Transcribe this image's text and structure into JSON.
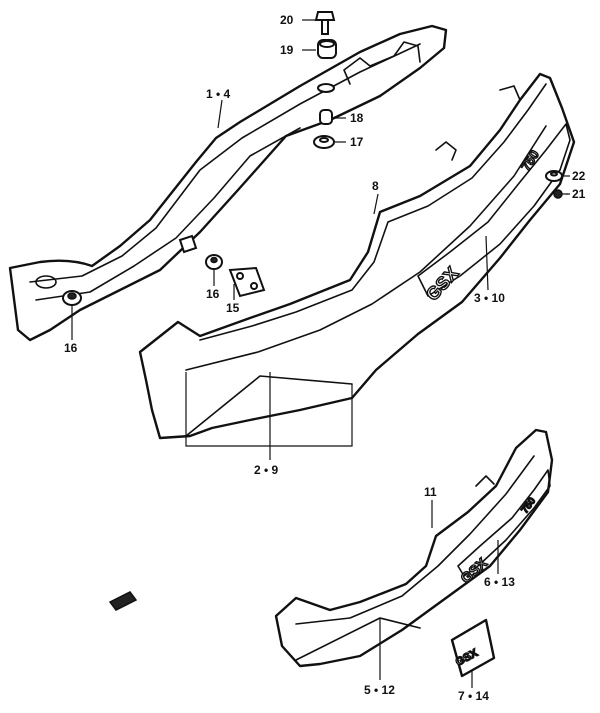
{
  "callouts": {
    "c20": "20",
    "c19": "19",
    "c1_4": "1 • 4",
    "c18": "18",
    "c17": "17",
    "c8": "8",
    "c22": "22",
    "c21": "21",
    "c16a": "16",
    "c15": "15",
    "c16b": "16",
    "c3_10": "3 • 10",
    "c2_9": "2 • 9",
    "c11": "11",
    "c6_13": "6 • 13",
    "c5_12": "5 • 12",
    "c7_14": "7 • 14"
  },
  "emblems": {
    "large_main": "GSX",
    "large_sub": "750",
    "small_main": "GSX",
    "small_sub": "750",
    "badge_main": "GSX"
  }
}
